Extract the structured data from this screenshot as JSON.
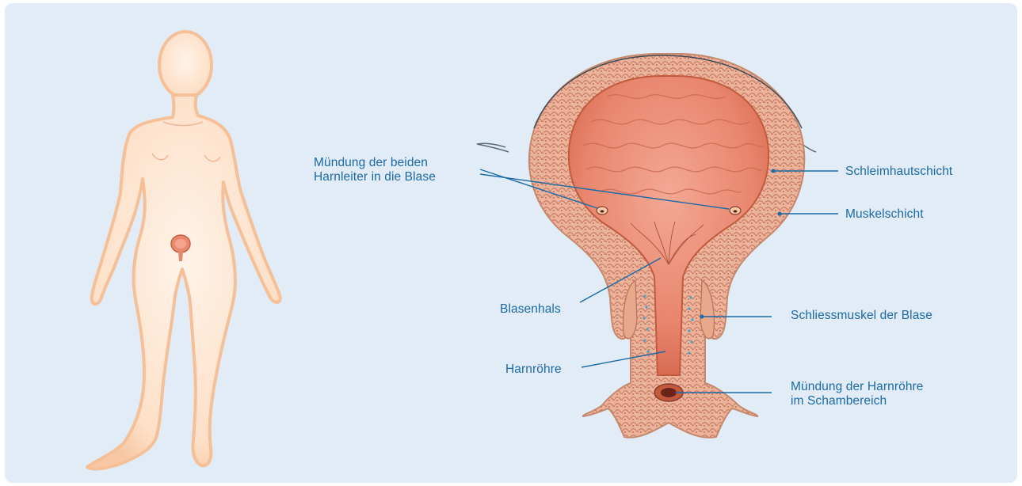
{
  "labels": {
    "ureter_openings_line1": "Mündung der beiden",
    "ureter_openings_line2": "Harnleiter in die Blase",
    "bladder_neck": "Blasenhals",
    "urethra": "Harnröhre",
    "mucosa_layer": "Schleimhautschicht",
    "muscle_layer": "Muskelschicht",
    "sphincter": "Schliessmuskel der Blase",
    "urethra_opening_line1": "Mündung der Harnröhre",
    "urethra_opening_line2": "im Schambereich"
  },
  "colors": {
    "background": "#e2ecf6",
    "label_text": "#1a6aa8",
    "leader_line": "#1a6aa8",
    "body_fill": "#fde2cc",
    "body_outline": "#f6c29e",
    "bladder_mucosa": "#e98f7a",
    "bladder_wall": "#e6a58a",
    "bladder_rim": "#c95f3f"
  }
}
